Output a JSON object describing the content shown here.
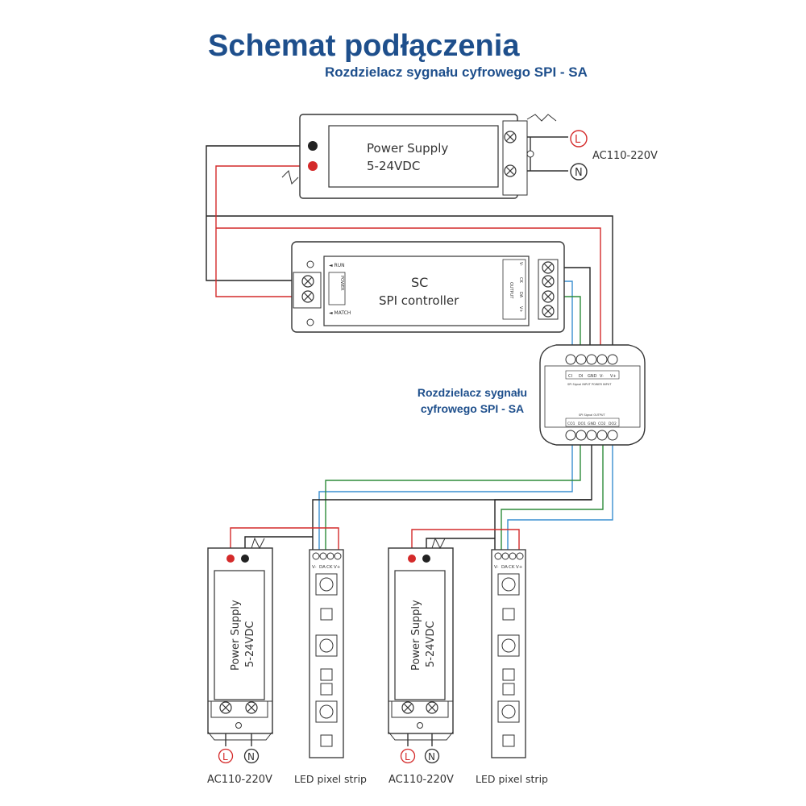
{
  "header": {
    "title": "Schemat podłączenia",
    "subtitle": "Rozdzielacz sygnału cyfrowego SPI - SA"
  },
  "top_power_supply": {
    "label_line1": "Power Supply",
    "label_line2": "5-24VDC",
    "terminal_l": "L",
    "terminal_n": "N",
    "ac_label": "AC110-220V"
  },
  "controller": {
    "line1": "SC",
    "line2": "SPI controller",
    "run_label": "◄ RUN",
    "match_label": "◄ MATCH",
    "power_label": "POWER",
    "output_label": "OUTPUT",
    "pins": [
      "V-",
      "CK",
      "DA",
      "V+"
    ]
  },
  "splitter": {
    "label_line1": "Rozdzielacz sygnału",
    "label_line2": "cyfrowego SPI - SA",
    "input_pins": [
      "CI",
      "DI",
      "GND",
      "V-",
      "V+"
    ],
    "input_caption": "SPI Signal INPUT   POWER INPUT",
    "output_caption": "SPI Signal OUTPUT",
    "output_pins": [
      "CO1",
      "DO1",
      "GND",
      "CO2",
      "DO2"
    ]
  },
  "bottom_left": {
    "psu_line1": "Power Supply",
    "psu_line2": "5-24VDC",
    "terminal_l": "L",
    "terminal_n": "N",
    "ac_label": "AC110-220V",
    "strip_pins": [
      "V-",
      "DA",
      "CK",
      "V+"
    ],
    "strip_label": "LED pixel strip"
  },
  "bottom_right": {
    "psu_line1": "Power Supply",
    "psu_line2": "5-24VDC",
    "terminal_l": "L",
    "terminal_n": "N",
    "ac_label": "AC110-220V",
    "strip_pins": [
      "V-",
      "DA",
      "CK",
      "V+"
    ],
    "strip_label": "LED pixel strip"
  },
  "colors": {
    "title": "#1e4f8c",
    "wire_red": "#d42a2a",
    "wire_black": "#222222",
    "wire_blue": "#3a8fd0",
    "wire_green": "#2e8b3a",
    "outline": "#333333",
    "terminal_l": "#d42a2a"
  }
}
